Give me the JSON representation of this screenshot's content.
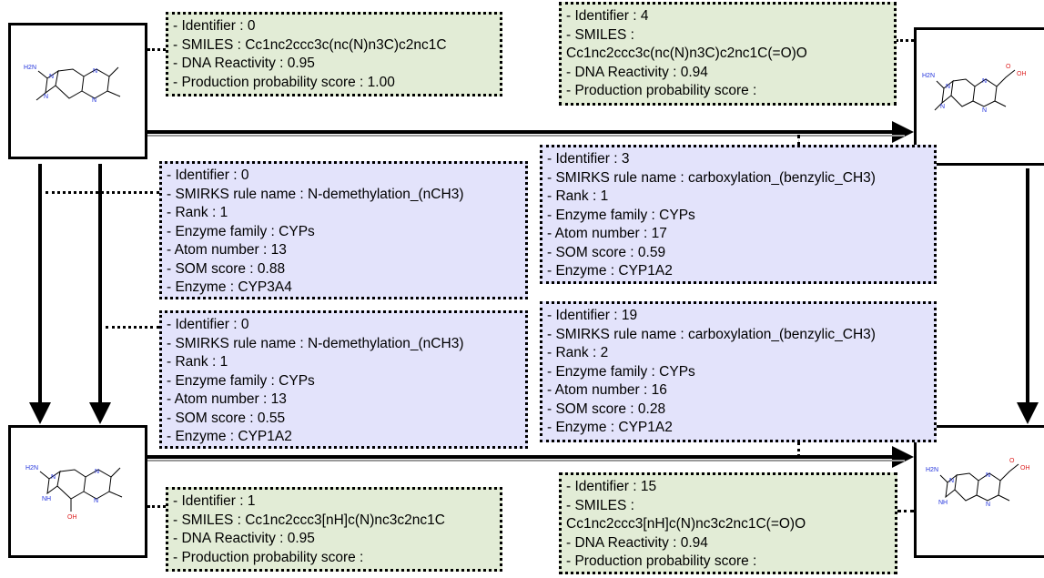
{
  "molecules": {
    "m1": {
      "labels": {
        "nh2": "H2N",
        "n_im": "N",
        "n_me": "N",
        "n_p1": "N",
        "n_p2": "N"
      }
    },
    "m2": {
      "labels": {
        "nh2": "H2N",
        "n_im": "N",
        "n_me": "N",
        "n_p1": "N",
        "n_p2": "N",
        "cooh": "OH",
        "o": "O"
      }
    },
    "m3": {
      "labels": {
        "nh2": "H2N",
        "n_im": "N",
        "nh": "NH",
        "n_p1": "N",
        "n_p2": "N",
        "oh": "OH"
      }
    },
    "m4": {
      "labels": {
        "nh2": "H2N",
        "n_im": "N",
        "nh": "NH",
        "n_p1": "N",
        "n_p2": "N",
        "cooh": "OH",
        "o": "O"
      }
    }
  },
  "compounds": [
    {
      "lines": [
        "- Identifier : 0",
        "- SMILES : Cc1nc2ccc3c(nc(N)n3C)c2nc1C",
        "- DNA Reactivity : 0.95",
        "- Production probability score : 1.00"
      ]
    },
    {
      "lines": [
        "- Identifier : 4",
        "- SMILES :",
        "Cc1nc2ccc3c(nc(N)n3C)c2nc1C(=O)O",
        "- DNA Reactivity : 0.94",
        "- Production probability score :"
      ]
    },
    {
      "lines": [
        "- Identifier : 1",
        "- SMILES : Cc1nc2ccc3[nH]c(N)nc3c2nc1C",
        "- DNA Reactivity : 0.95",
        "- Production probability score :"
      ]
    },
    {
      "lines": [
        "- Identifier : 15",
        "- SMILES :",
        "Cc1nc2ccc3[nH]c(N)nc3c2nc1C(=O)O",
        "- DNA Reactivity : 0.94",
        "- Production probability score :"
      ]
    }
  ],
  "reactions": [
    {
      "lines": [
        "- Identifier : 0",
        "- SMIRKS rule name : N-demethylation_(nCH3)",
        "- Rank : 1",
        "- Enzyme family : CYPs",
        "- Atom number : 13",
        "- SOM score : 0.88",
        "- Enzyme : CYP3A4"
      ]
    },
    {
      "lines": [
        "- Identifier : 0",
        "- SMIRKS rule name : N-demethylation_(nCH3)",
        "- Rank : 1",
        "- Enzyme family : CYPs",
        "- Atom number : 13",
        "- SOM score : 0.55",
        "- Enzyme : CYP1A2"
      ]
    },
    {
      "lines": [
        "- Identifier : 3",
        "- SMIRKS rule name : carboxylation_(benzylic_CH3)",
        "- Rank : 1",
        "- Enzyme family : CYPs",
        "- Atom number : 17",
        "- SOM score : 0.59",
        "- Enzyme : CYP1A2"
      ]
    },
    {
      "lines": [
        "- Identifier : 19",
        "- SMIRKS rule name : carboxylation_(benzylic_CH3)",
        "- Rank : 2",
        "- Enzyme family : CYPs",
        "- Atom number : 16",
        "- SOM score : 0.28",
        "- Enzyme : CYP1A2"
      ]
    }
  ],
  "colors": {
    "compound_fill": "#e2ecd6",
    "reaction_fill": "#e3e3fb",
    "nitrogen": "#2233dd",
    "oxygen": "#dd2222"
  }
}
